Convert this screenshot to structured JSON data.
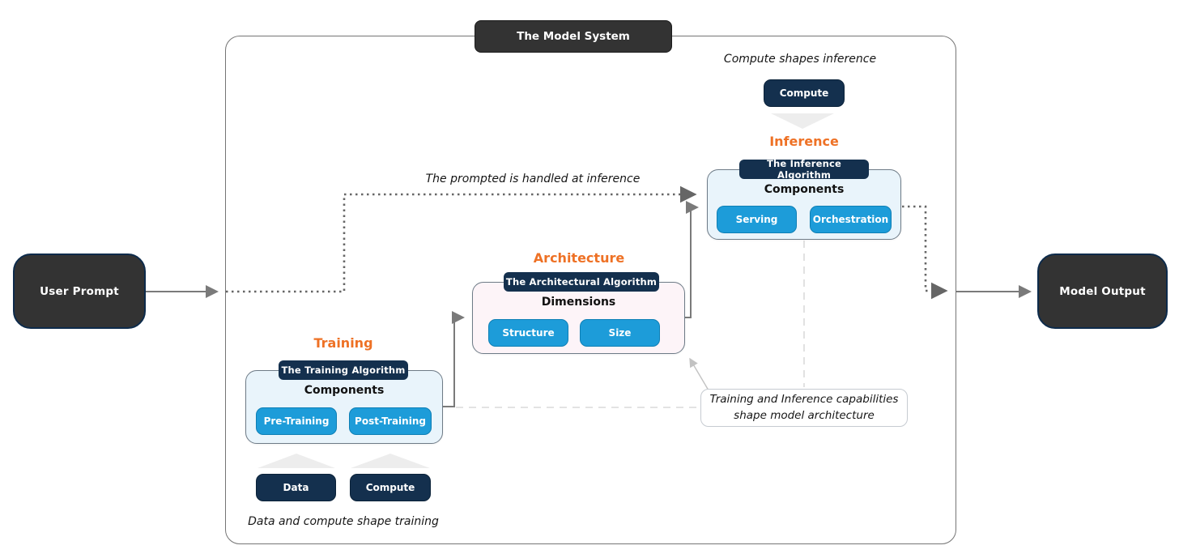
{
  "colors": {
    "accent_orange": "#ee7125",
    "node_blue": "#1d9cd9",
    "navy": "#14304e",
    "dark": "#333333"
  },
  "system": {
    "title": "The Model System"
  },
  "io": {
    "user_prompt": "User Prompt",
    "model_output": "Model Output"
  },
  "flow_notes": {
    "prompt_inference": "The prompted is handled at inference"
  },
  "inference": {
    "note": "Compute shapes inference",
    "compute": "Compute",
    "heading": "Inference",
    "algorithm": "The Inference Algorithm",
    "card_title": "Components",
    "items": [
      "Serving",
      "Orchestration"
    ]
  },
  "architecture": {
    "heading": "Architecture",
    "algorithm": "The Architectural Algorithm",
    "card_title": "Dimensions",
    "items": [
      "Structure",
      "Size"
    ]
  },
  "training": {
    "heading": "Training",
    "algorithm": "The Training Algorithm",
    "card_title": "Components",
    "items": [
      "Pre-Training",
      "Post-Training"
    ],
    "inputs": [
      "Data",
      "Compute"
    ],
    "note": "Data and compute shape training"
  },
  "architecture_note": {
    "line1": "Training and Inference capabilities",
    "line2": "shape model architecture"
  }
}
